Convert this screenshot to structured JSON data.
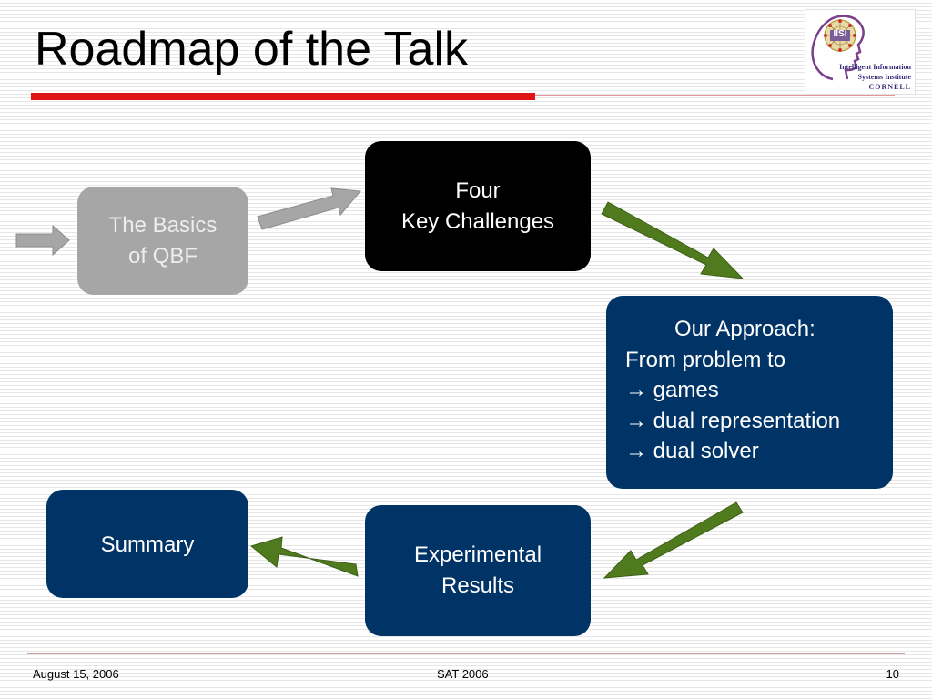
{
  "slide": {
    "title": "Roadmap of the Talk"
  },
  "logo": {
    "badge": "IISI",
    "line1": "Intelligent Information",
    "line2": "Systems Institute",
    "line3": "CORNELL"
  },
  "boxes": {
    "basics": {
      "line1": "The Basics",
      "line2": "of QBF"
    },
    "challenges": {
      "line1": "Four",
      "line2": "Key Challenges"
    },
    "approach": {
      "line1": "Our Approach:",
      "line2": "From problem to",
      "line3": "→ games",
      "line4": "→ dual representation",
      "line5": "→ dual solver"
    },
    "results": {
      "line1": "Experimental",
      "line2": "Results"
    },
    "summary": {
      "line1": "Summary"
    }
  },
  "colors": {
    "accent_red": "#e01414",
    "box_blue": "#003366",
    "arrow_green": "#4f7a1e",
    "arrow_grey": "#a6a6a6"
  },
  "footer": {
    "date": "August 15, 2006",
    "conference": "SAT 2006",
    "page": "10"
  }
}
